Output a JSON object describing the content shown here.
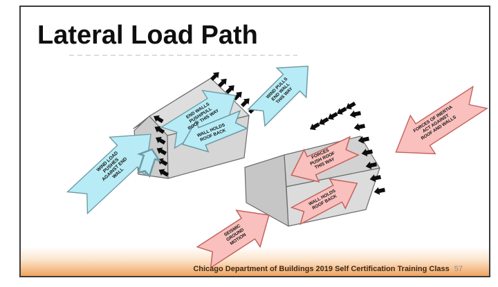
{
  "slide": {
    "title": "Lateral Load Path",
    "footer": {
      "text": "Chicago Department of Buildings 2019 Self Certification Training Class",
      "page_number": "57"
    }
  },
  "diagram": {
    "wind_house": {
      "wind_load_arrow": {
        "lines": [
          "WIND LOAD",
          "PUSHES",
          "AGAINST END",
          "WALL"
        ]
      },
      "end_walls_arrow": {
        "lines": [
          "END WALLS",
          "PUSH/PULL",
          "ROOF THIS WAY"
        ]
      },
      "wall_holds_arrow": {
        "lines": [
          "WALL HOLDS",
          "ROOF BACK"
        ]
      },
      "wind_pulls_arrow": {
        "lines": [
          "WIND PULLS",
          "END WALL",
          "THIS WAY"
        ]
      }
    },
    "seismic_house": {
      "forces_push_arrow": {
        "lines": [
          "FORCES",
          "PUSH ROOF",
          "THIS WAY"
        ]
      },
      "wall_holds_arrow": {
        "lines": [
          "WALL HOLDS",
          "ROOF BACK"
        ]
      },
      "inertia_arrow": {
        "lines": [
          "FORCES OF INERTIA",
          "ACT AGAINST",
          "ROOF AND WALLS"
        ]
      },
      "ground_motion_arrow": {
        "lines": [
          "SEISMIC",
          "GROUND",
          "MOTION"
        ]
      }
    },
    "colors": {
      "wind_fill": "#b7ecf6",
      "wind_stroke": "#6f9aa4",
      "seismic_fill": "#f9c0bd",
      "seismic_stroke": "#c4615c",
      "house_wall": "#d6d6d6",
      "footer_orange": "#f0a35f"
    }
  }
}
